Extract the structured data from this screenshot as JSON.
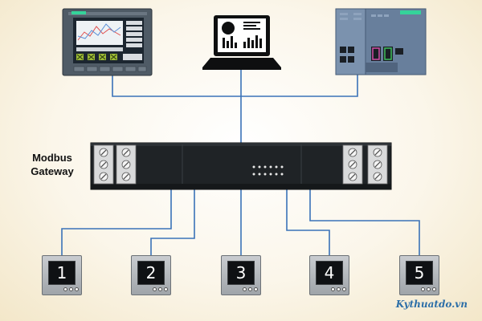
{
  "gateway": {
    "label_line1": "Modbus",
    "label_line2": "Gateway"
  },
  "top_devices": [
    {
      "name": "hmi-panel",
      "icon": "hmi-screen-icon"
    },
    {
      "name": "laptop",
      "icon": "laptop-icon"
    },
    {
      "name": "plc",
      "icon": "plc-icon"
    }
  ],
  "slaves": [
    {
      "number": "1"
    },
    {
      "number": "2"
    },
    {
      "number": "3"
    },
    {
      "number": "4"
    },
    {
      "number": "5"
    }
  ],
  "colors": {
    "link_line": "#3a72b8",
    "gateway_body": "#1f2326",
    "hmi_frame": "#4f5b66",
    "plc_body": "#6e86a3"
  },
  "watermark": "Kythuatdo.vn"
}
